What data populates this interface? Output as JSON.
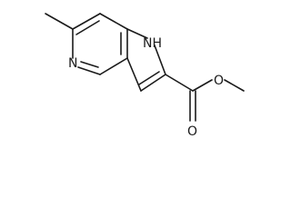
{
  "diagram": {
    "type": "chemical-structure",
    "line_color": "#1a1a1a",
    "background": "#ffffff",
    "atoms": {
      "pyridine_n": "N",
      "nh": "NH",
      "ester_o_single": "O",
      "ester_o_double": "O"
    }
  }
}
